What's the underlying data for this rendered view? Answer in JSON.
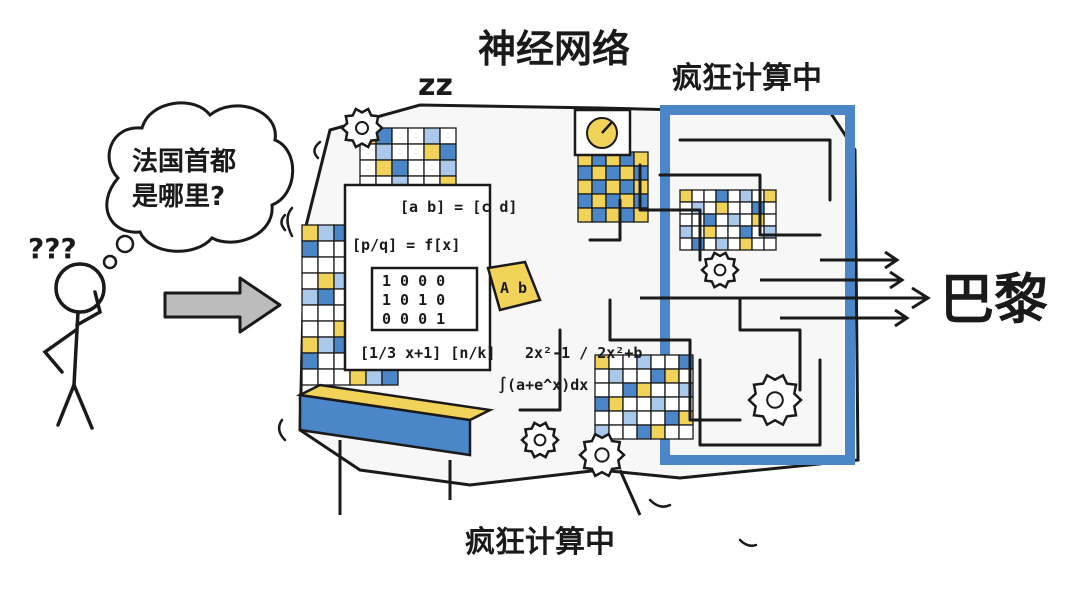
{
  "labels": {
    "network_title": "神经网络",
    "computing_top": "疯狂计算中",
    "computing_bottom": "疯狂计算中",
    "answer": "巴黎",
    "question_line1": "法国首都",
    "question_line2": "是哪里?",
    "question_marks": "???",
    "sleep_marks": "zz"
  },
  "math": {
    "eq1": "[a b] = [c d]",
    "eq2": "[p/q] = f[x]",
    "matrix_row1": "1  0  0  0",
    "matrix_row2": "1  0  1  0",
    "matrix_row3": "0  0  0  1",
    "eq3": "[1/3 x+1] [n/k]",
    "eq4": "∫(a+e^x)dx",
    "eq5": "2x²-1 / 2x²+b",
    "box_label": "A b"
  },
  "colors": {
    "ink": "#1a1a1a",
    "yellow": "#f2d35a",
    "blue": "#4a86c8",
    "light_blue": "#a9c8ea",
    "paper": "#ffffff"
  }
}
